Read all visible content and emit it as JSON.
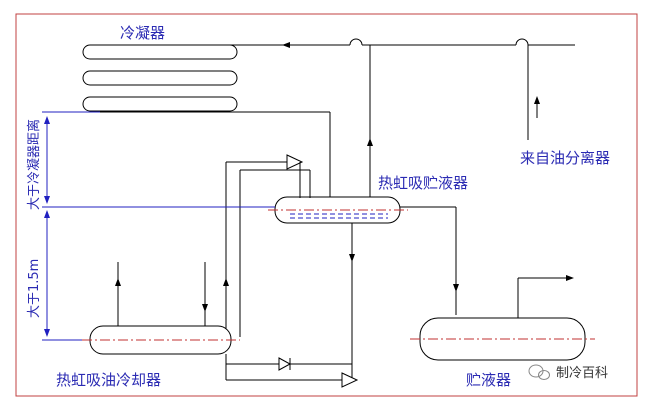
{
  "labels": {
    "condenser": "冷凝器",
    "from_oil_separator": "来自油分离器",
    "thermosiphon_receiver": "热虹吸贮液器",
    "above_condenser_distance": "大于冷凝器距离",
    "above_1_5m": "大于1.5m",
    "thermosiphon_oil_cooler": "热虹吸油冷却器",
    "receiver": "贮液器",
    "watermark": "制冷百科"
  },
  "colors": {
    "frame": "#c04040",
    "pipe": "#000000",
    "dimension": "#2020c0",
    "label": "#2b2bb3",
    "centerline": "#c03030"
  }
}
